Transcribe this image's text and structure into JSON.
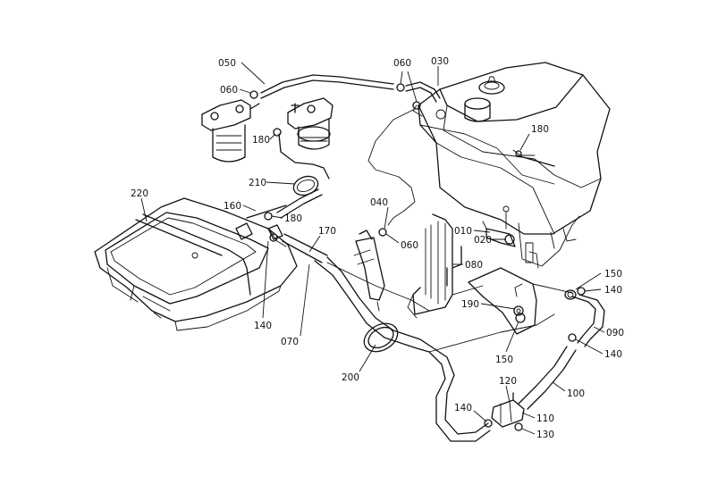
{
  "diagram": {
    "callouts": [
      {
        "id": "c050a",
        "text": "050"
      },
      {
        "id": "c060a",
        "text": "060"
      },
      {
        "id": "c060b",
        "text": "060"
      },
      {
        "id": "c030",
        "text": "030"
      },
      {
        "id": "c180a",
        "text": "180"
      },
      {
        "id": "c180b",
        "text": "180"
      },
      {
        "id": "c210",
        "text": "210"
      },
      {
        "id": "c220",
        "text": "220"
      },
      {
        "id": "c160",
        "text": "160"
      },
      {
        "id": "c180c",
        "text": "180"
      },
      {
        "id": "c170",
        "text": "170"
      },
      {
        "id": "c040",
        "text": "040"
      },
      {
        "id": "c060c",
        "text": "060"
      },
      {
        "id": "c010",
        "text": "010"
      },
      {
        "id": "c020",
        "text": "020"
      },
      {
        "id": "c080",
        "text": "080"
      },
      {
        "id": "c150a",
        "text": "150"
      },
      {
        "id": "c140a",
        "text": "140"
      },
      {
        "id": "c190",
        "text": "190"
      },
      {
        "id": "c090",
        "text": "090"
      },
      {
        "id": "c140b",
        "text": "140"
      },
      {
        "id": "c150b",
        "text": "150"
      },
      {
        "id": "c140c",
        "text": "140"
      },
      {
        "id": "c070",
        "text": "070"
      },
      {
        "id": "c200",
        "text": "200"
      },
      {
        "id": "c120",
        "text": "120"
      },
      {
        "id": "c100",
        "text": "100"
      },
      {
        "id": "c140d",
        "text": "140"
      },
      {
        "id": "c110",
        "text": "110"
      },
      {
        "id": "c130",
        "text": "130"
      }
    ]
  }
}
